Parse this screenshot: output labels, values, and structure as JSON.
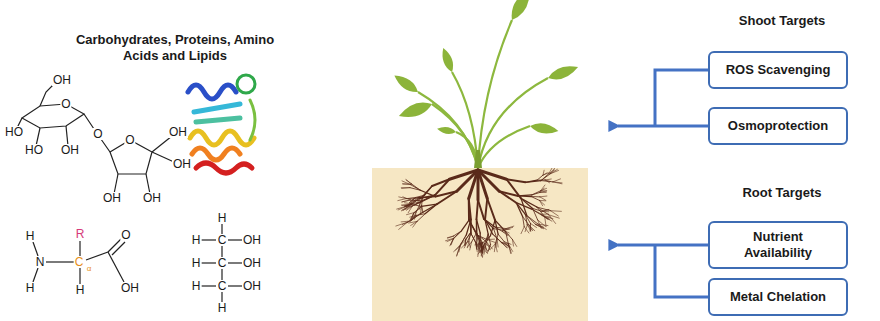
{
  "diagram": {
    "nodes": [
      {
        "text": [
          "ROS Scavenging"
        ]
      },
      {
        "text": [
          "Osmoprotection"
        ]
      },
      {
        "text": [
          "Nutrient Availability"
        ]
      },
      {
        "text": [
          "Metal Chelation"
        ]
      }
    ],
    "labels": [
      "Carbohydrates, Proteins, Amino Acids and Lipids",
      "OH",
      "O",
      "HO",
      "HO",
      "OH",
      "O",
      "O",
      "OH",
      "OH",
      "OH",
      "OH",
      "H",
      "N",
      "H",
      "R",
      "C",
      "α",
      "H",
      "O",
      "OH",
      "H",
      "H",
      "C",
      "OH",
      "H",
      "C",
      "OH",
      "H",
      "C",
      "OH",
      "H",
      "Shoot Targets",
      "Root Targets"
    ]
  }
}
